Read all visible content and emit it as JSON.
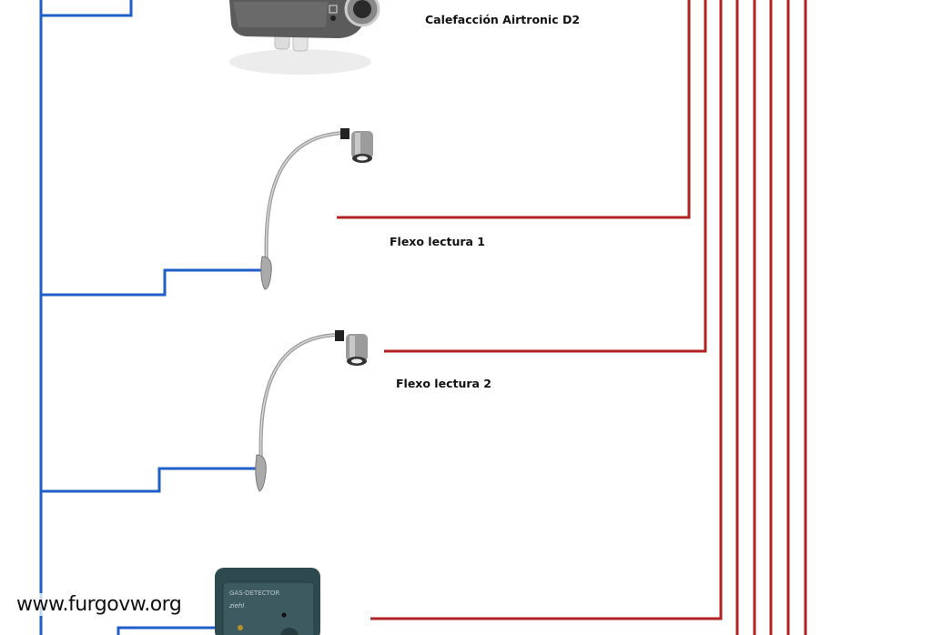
{
  "colors": {
    "positive_wire": "#b22222",
    "negative_wire": "#1f5fc8",
    "background": "#ffffff"
  },
  "devices": [
    {
      "id": "heater",
      "label": "Calefacción Airtronic D2",
      "icon": "diesel-heater-icon"
    },
    {
      "id": "lamp1",
      "label": "Flexo lectura 1",
      "icon": "reading-lamp-icon"
    },
    {
      "id": "lamp2",
      "label": "Flexo lectura 2",
      "icon": "reading-lamp-icon"
    },
    {
      "id": "gas",
      "label": "",
      "icon": "gas-detector-icon",
      "device_text": "GAS DETECTOR"
    }
  ],
  "watermark": "www.furgovw.org"
}
